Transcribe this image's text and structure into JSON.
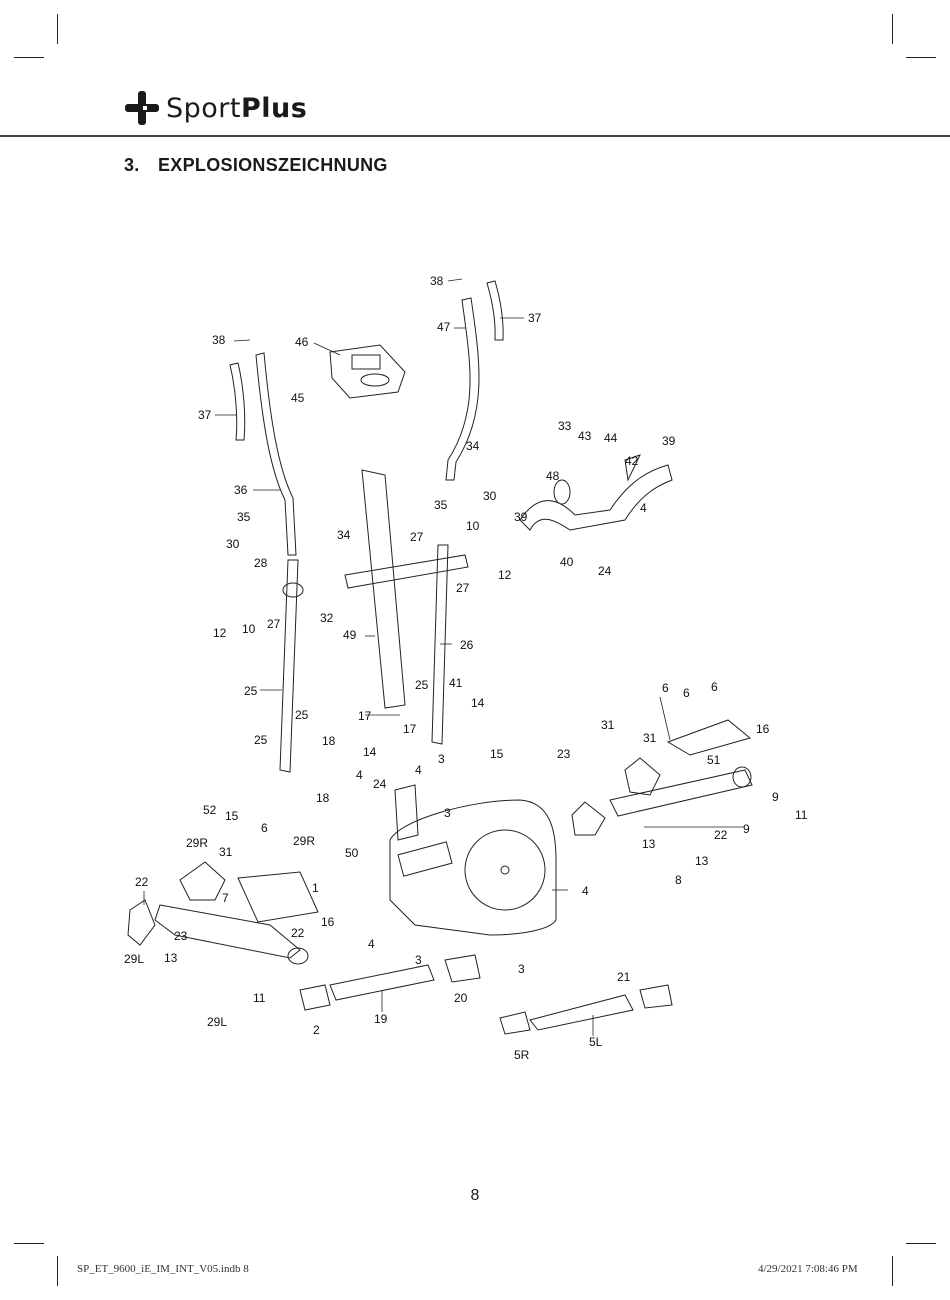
{
  "logo": {
    "text_light": "Sport",
    "text_bold": "Plus",
    "icon": "plus-cross-logo-icon"
  },
  "section": {
    "number": "3.",
    "title": "EXPLOSIONSZEICHNUNG"
  },
  "part_labels": [
    "38",
    "38",
    "37",
    "37",
    "47",
    "46",
    "45",
    "36",
    "35",
    "35",
    "34",
    "34",
    "33",
    "43",
    "44",
    "39",
    "39",
    "42",
    "48",
    "4",
    "40",
    "24",
    "30",
    "30",
    "10",
    "10",
    "12",
    "12",
    "27",
    "27",
    "27",
    "28",
    "32",
    "49",
    "26",
    "25",
    "25",
    "25",
    "25",
    "41",
    "17",
    "17",
    "18",
    "18",
    "14",
    "14",
    "15",
    "15",
    "52",
    "24",
    "4",
    "4",
    "3",
    "3",
    "50",
    "6",
    "6",
    "6",
    "6",
    "29R",
    "29R",
    "31",
    "31",
    "31",
    "22",
    "22",
    "22",
    "16",
    "16",
    "51",
    "9",
    "9",
    "11",
    "11",
    "29L",
    "29L",
    "23",
    "23",
    "13",
    "13",
    "13",
    "8",
    "7",
    "1",
    "4",
    "4",
    "3",
    "3",
    "21",
    "20",
    "19",
    "2",
    "5L",
    "5R"
  ],
  "page_number": "8",
  "footer": {
    "left": "SP_ET_9600_iE_IM_INT_V05.indb   8",
    "right": "4/29/2021   7:08:46 PM"
  }
}
